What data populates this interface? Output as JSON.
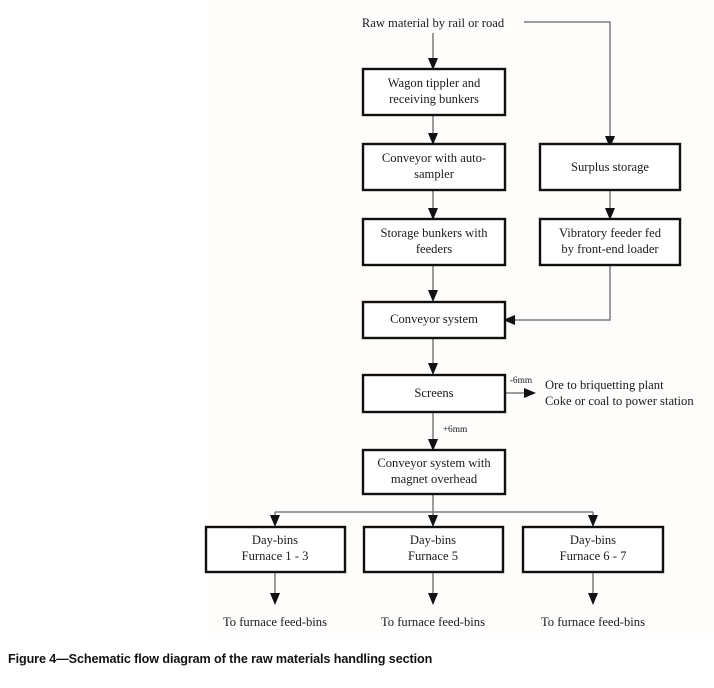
{
  "figure": {
    "caption": "Figure 4—Schematic flow diagram of the raw materials handling section",
    "title": "Schematic flow diagram of the raw materials handling section"
  },
  "diagram": {
    "type": "flowchart",
    "source_label": "Raw material by rail or road",
    "nodes": [
      {
        "id": "wagon_tippler",
        "line1": "Wagon tippler and",
        "line2": "receiving bunkers"
      },
      {
        "id": "conveyor_auto",
        "line1": "Conveyor with auto-",
        "line2": "sampler"
      },
      {
        "id": "storage_bunkers",
        "line1": "Storage bunkers with",
        "line2": "feeders"
      },
      {
        "id": "surplus_storage",
        "line1": "Surplus storage",
        "line2": ""
      },
      {
        "id": "vibratory",
        "line1": "Vibratory feeder fed",
        "line2": "by front-end loader"
      },
      {
        "id": "conveyor_system",
        "line1": "Conveyor system",
        "line2": ""
      },
      {
        "id": "screens",
        "line1": "Screens",
        "line2": ""
      },
      {
        "id": "conveyor_magnet",
        "line1": "Conveyor system with",
        "line2": "magnet overhead"
      },
      {
        "id": "daybins_1_3",
        "line1": "Day-bins",
        "line2": "Furnace 1 - 3"
      },
      {
        "id": "daybins_5",
        "line1": "Day-bins",
        "line2": "Furnace 5"
      },
      {
        "id": "daybins_6_7",
        "line1": "Day-bins",
        "line2": "Furnace 6 - 7"
      }
    ],
    "edge_labels": {
      "undersize": "-6mm",
      "oversize": "+6mm"
    },
    "outputs": {
      "screens_out_line1": "Ore to briquetting plant",
      "screens_out_line2": "Coke or coal to power station",
      "furnace_feed_left": "To furnace feed-bins",
      "furnace_feed_mid": "To furnace feed-bins",
      "furnace_feed_right": "To furnace feed-bins"
    },
    "colors": {
      "box_stroke": "#12100e",
      "connector": "#7d7d7d",
      "arrowhead": "#111111",
      "panel": "#fefdfb",
      "text": "#1b1b1b"
    }
  }
}
